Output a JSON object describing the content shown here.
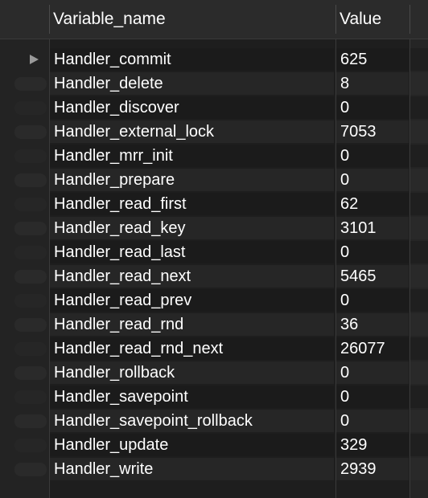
{
  "columns": {
    "name_header": "Variable_name",
    "value_header": "Value"
  },
  "rows": [
    {
      "name": "Handler_commit",
      "value": "625"
    },
    {
      "name": "Handler_delete",
      "value": "8"
    },
    {
      "name": "Handler_discover",
      "value": "0"
    },
    {
      "name": "Handler_external_lock",
      "value": "7053"
    },
    {
      "name": "Handler_mrr_init",
      "value": "0"
    },
    {
      "name": "Handler_prepare",
      "value": "0"
    },
    {
      "name": "Handler_read_first",
      "value": "62"
    },
    {
      "name": "Handler_read_key",
      "value": "3101"
    },
    {
      "name": "Handler_read_last",
      "value": "0"
    },
    {
      "name": "Handler_read_next",
      "value": "5465"
    },
    {
      "name": "Handler_read_prev",
      "value": "0"
    },
    {
      "name": "Handler_read_rnd",
      "value": "36"
    },
    {
      "name": "Handler_read_rnd_next",
      "value": "26077"
    },
    {
      "name": "Handler_rollback",
      "value": "0"
    },
    {
      "name": "Handler_savepoint",
      "value": "0"
    },
    {
      "name": "Handler_savepoint_rollback",
      "value": "0"
    },
    {
      "name": "Handler_update",
      "value": "329"
    },
    {
      "name": "Handler_write",
      "value": "2939"
    }
  ],
  "current_row_index": 0,
  "icons": {
    "current_row": "row-pointer-icon"
  }
}
